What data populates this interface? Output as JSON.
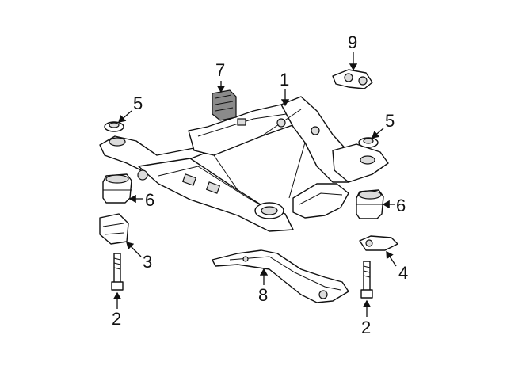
{
  "callouts": [
    {
      "id": "c1",
      "label": "1"
    },
    {
      "id": "c2a",
      "label": "2"
    },
    {
      "id": "c2b",
      "label": "2"
    },
    {
      "id": "c3",
      "label": "3"
    },
    {
      "id": "c4",
      "label": "4"
    },
    {
      "id": "c5a",
      "label": "5"
    },
    {
      "id": "c5b",
      "label": "5"
    },
    {
      "id": "c6a",
      "label": "6"
    },
    {
      "id": "c6b",
      "label": "6"
    },
    {
      "id": "c7",
      "label": "7"
    },
    {
      "id": "c8",
      "label": "8"
    },
    {
      "id": "c9",
      "label": "9"
    }
  ]
}
